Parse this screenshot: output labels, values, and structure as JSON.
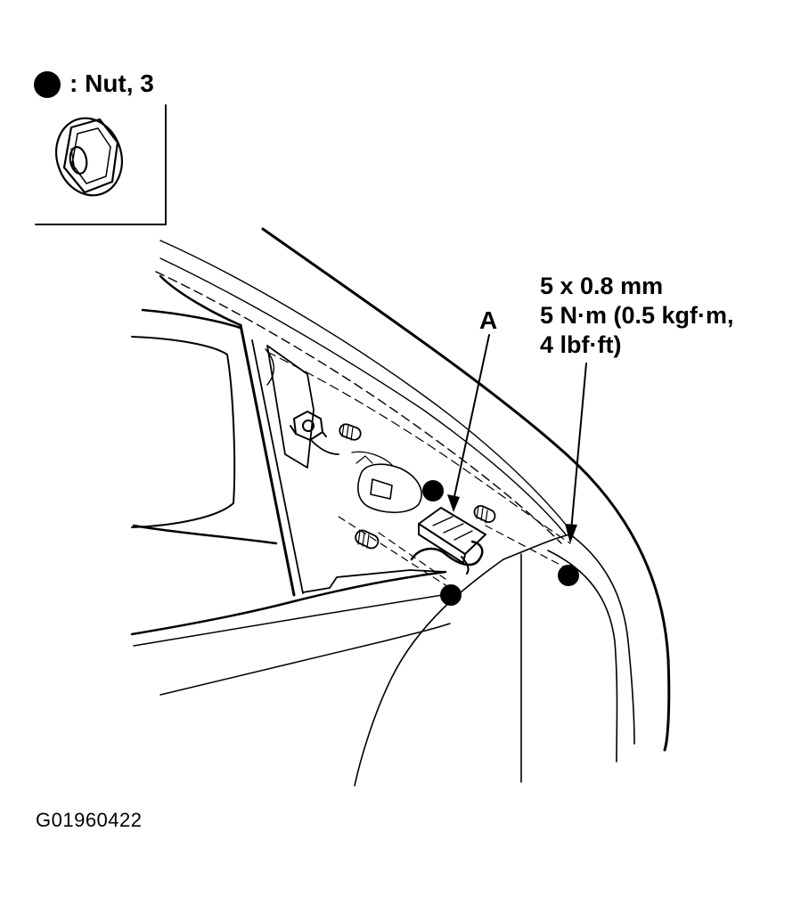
{
  "legend": {
    "label": ": Nut, 3"
  },
  "callout": {
    "label": "A"
  },
  "spec": {
    "size": "5 x 0.8 mm",
    "torque_line1": "5 N·m (0.5 kgf·m,",
    "torque_line2": "4 lbf·ft)"
  },
  "figure_id": "G01960422",
  "colors": {
    "ink": "#000000",
    "paper": "#ffffff"
  }
}
